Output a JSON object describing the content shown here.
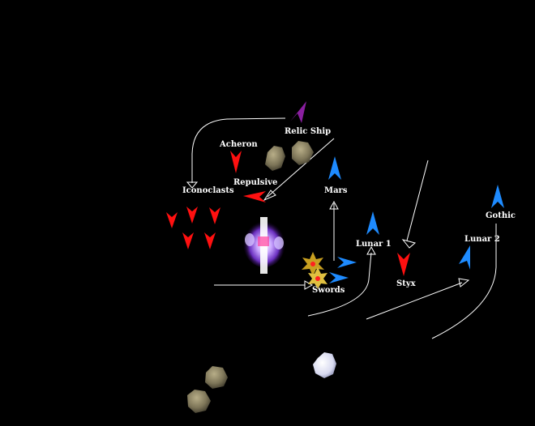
{
  "labels": {
    "relic_ship": "Relic Ship",
    "acheron": "Acheron",
    "repulsive": "Repulsive",
    "iconoclasts": "Iconoclasts",
    "mars": "Mars",
    "lunar1": "Lunar 1",
    "lunar2": "Lunar 2",
    "gothic": "Gothic",
    "styx": "Styx",
    "swords": "Swords"
  },
  "colors": {
    "background": "#000000",
    "imperial_fleet": "#1e8bff",
    "chaos_fleet": "#ff1010",
    "relic": "#8a1fa0",
    "movement_path": "#ffffff",
    "asteroid": "#7d7558",
    "blast_marker": "#c8a020"
  },
  "icons": {
    "ship": "arrowhead-ship-icon",
    "asteroid": "asteroid-icon",
    "planet": "planet-icon",
    "blast": "blast-marker-icon",
    "warp_rift": "warp-rift-icon"
  }
}
